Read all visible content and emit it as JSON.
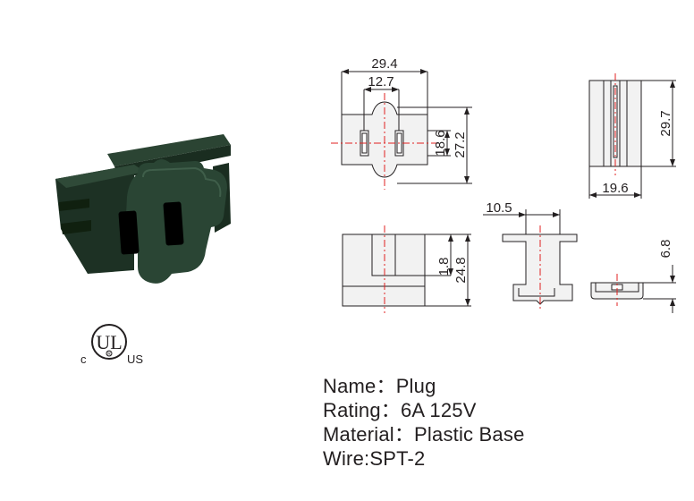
{
  "certification": {
    "mark_text": "UL",
    "prefix": "c",
    "suffix": "US",
    "registered": "R"
  },
  "drawing": {
    "colors": {
      "line": "#231f20",
      "centerline": "#e02020",
      "body": "#f2f2f2",
      "photo_body": "#1f3326"
    },
    "dimensions": {
      "overall_width": "29.4",
      "blade_spacing": "12.7",
      "slot_height": "18.6",
      "body_height": "27.2",
      "side_height": "29.7",
      "side_width": "19.6",
      "section_width": "10.5",
      "bottom_slot_depth": "1.8",
      "bottom_height": "24.8",
      "rail_height": "6.8"
    }
  },
  "specs": [
    {
      "label": "Name：",
      "value": "Plug"
    },
    {
      "label": "Rating：",
      "value": "6A 125V"
    },
    {
      "label": "Material：",
      "value": "Plastic Base"
    },
    {
      "label": "Wire:",
      "value": "SPT-2"
    }
  ]
}
